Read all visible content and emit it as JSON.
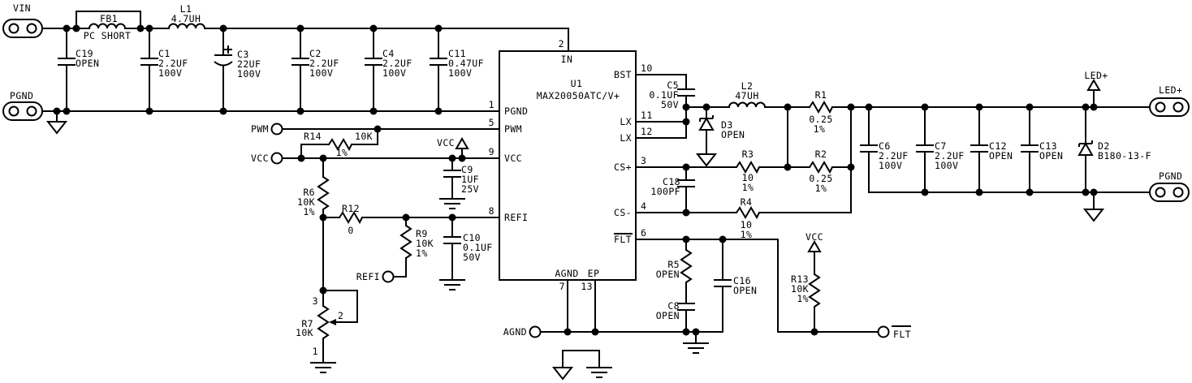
{
  "schematic": {
    "connectors": {
      "vin": "VIN",
      "pgnd_in": "PGND",
      "led_out": "LED+",
      "pgnd_out": "PGND"
    },
    "terminals": {
      "pwm": "PWM",
      "vcc": "VCC",
      "refi": "REFI",
      "agnd": "AGND",
      "flt": "FLT"
    },
    "power_flags": {
      "vcc_c9": "VCC",
      "vcc_r13": "VCC",
      "led": "LED+"
    },
    "ic": {
      "ref": "U1",
      "part": "MAX20050ATC/V+",
      "pins": {
        "in": {
          "num": "2",
          "name": "IN"
        },
        "pgnd": {
          "num": "1",
          "name": "PGND"
        },
        "pwm": {
          "num": "5",
          "name": "PWM"
        },
        "vcc": {
          "num": "9",
          "name": "VCC"
        },
        "refi": {
          "num": "8",
          "name": "REFI"
        },
        "bst": {
          "num": "10",
          "name": "BST"
        },
        "lx1": {
          "num": "11",
          "name": "LX"
        },
        "lx2": {
          "num": "12",
          "name": "LX"
        },
        "csp": {
          "num": "3",
          "name": "CS+"
        },
        "csn": {
          "num": "4",
          "name": "CS-"
        },
        "flt": {
          "num": "6",
          "name": "FLT"
        },
        "agnd": {
          "num": "7",
          "name": "AGND"
        },
        "ep": {
          "num": "13",
          "name": "EP"
        }
      }
    },
    "components": {
      "FB1": {
        "ref": "FB1",
        "value": "PC SHORT"
      },
      "L1": {
        "ref": "L1",
        "value": "4.7UH"
      },
      "L2": {
        "ref": "L2",
        "value": "47UH"
      },
      "C19": {
        "ref": "C19",
        "value": "OPEN"
      },
      "C1": {
        "ref": "C1",
        "value": "2.2UF",
        "rating": "100V"
      },
      "C3": {
        "ref": "C3",
        "value": "22UF",
        "rating": "100V"
      },
      "C2": {
        "ref": "C2",
        "value": "2.2UF",
        "rating": "100V"
      },
      "C4": {
        "ref": "C4",
        "value": "2.2UF",
        "rating": "100V"
      },
      "C11": {
        "ref": "C11",
        "value": "0.47UF",
        "rating": "100V"
      },
      "C9": {
        "ref": "C9",
        "value": "1UF",
        "rating": "25V"
      },
      "C10": {
        "ref": "C10",
        "value": "0.1UF",
        "rating": "50V"
      },
      "C5": {
        "ref": "C5",
        "value": "0.1UF",
        "rating": "50V"
      },
      "C18": {
        "ref": "C18",
        "value": "100PF"
      },
      "C16": {
        "ref": "C16",
        "value": "OPEN"
      },
      "C8": {
        "ref": "C8",
        "value": "OPEN"
      },
      "C6": {
        "ref": "C6",
        "value": "2.2UF",
        "rating": "100V"
      },
      "C7": {
        "ref": "C7",
        "value": "2.2UF",
        "rating": "100V"
      },
      "C12": {
        "ref": "C12",
        "value": "OPEN"
      },
      "C13": {
        "ref": "C13",
        "value": "OPEN"
      },
      "R14": {
        "ref": "R14",
        "value": "10K",
        "tol": "1%"
      },
      "R6": {
        "ref": "R6",
        "value": "10K",
        "tol": "1%"
      },
      "R12": {
        "ref": "R12",
        "value": "0"
      },
      "R9": {
        "ref": "R9",
        "value": "10K",
        "tol": "1%"
      },
      "R7": {
        "ref": "R7",
        "value": "10K",
        "pin1": "1",
        "pin2": "2",
        "pin3": "3"
      },
      "R1": {
        "ref": "R1",
        "value": "0.25",
        "tol": "1%"
      },
      "R2": {
        "ref": "R2",
        "value": "0.25",
        "tol": "1%"
      },
      "R3": {
        "ref": "R3",
        "value": "10",
        "tol": "1%"
      },
      "R4": {
        "ref": "R4",
        "value": "10",
        "tol": "1%"
      },
      "R5": {
        "ref": "R5",
        "value": "OPEN"
      },
      "R13": {
        "ref": "R13",
        "value": "10K",
        "tol": "1%"
      },
      "D3": {
        "ref": "D3",
        "value": "OPEN"
      },
      "D2": {
        "ref": "D2",
        "value": "B180-13-F"
      }
    }
  }
}
